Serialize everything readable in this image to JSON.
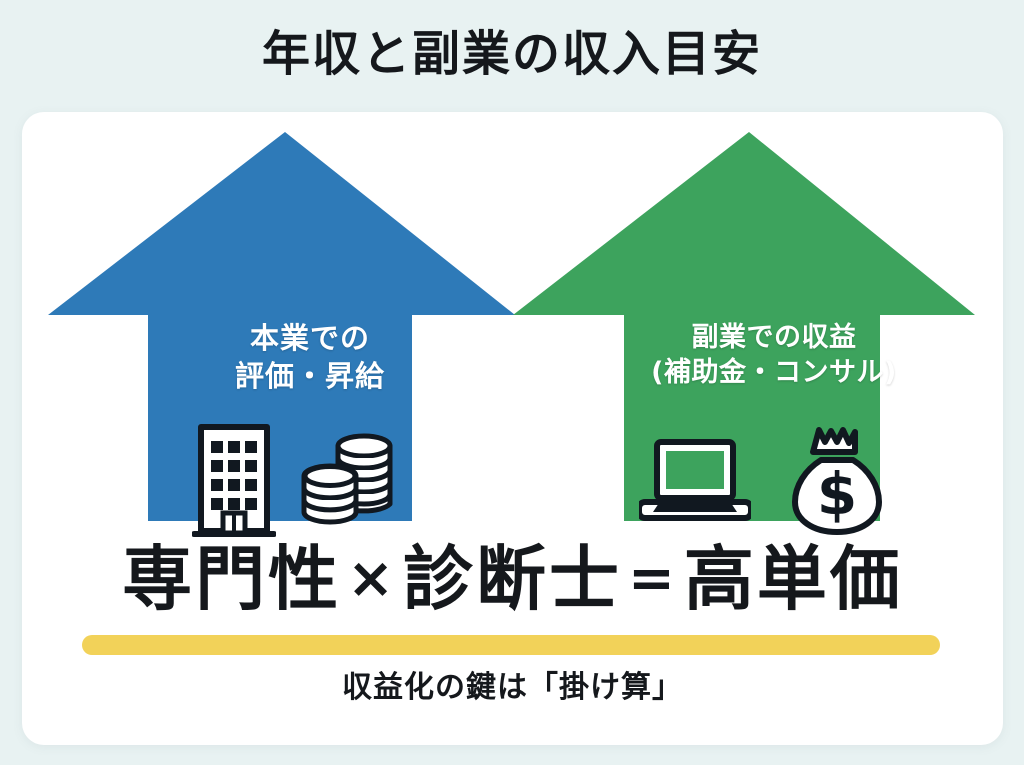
{
  "page": {
    "title": "年収と副業の収入目安",
    "background_color": "#E8F2F2",
    "card_color": "#FFFFFF"
  },
  "colors": {
    "blue": "#2E7AB8",
    "green": "#3DA35D",
    "yellow_highlight": "#F2D259",
    "ink": "#15181C",
    "icon_outline": "#111820",
    "icon_fill": "#FFFFFF"
  },
  "arrows": [
    {
      "id": "main-job",
      "color": "#2E7AB8",
      "label_line1": "本業での",
      "label_line2": "評価・昇給",
      "icons": [
        "office-building-icon",
        "coin-stack-icon"
      ]
    },
    {
      "id": "side-job",
      "color": "#3DA35D",
      "label_line1": "副業での収益",
      "label_line2": "(補助金・コンサル)",
      "icons": [
        "laptop-icon",
        "money-bag-icon"
      ]
    }
  ],
  "formula": {
    "term1": "専門性",
    "operator1": "×",
    "term2": "診断士",
    "operator2": "=",
    "term3": "高単価"
  },
  "caption": "収益化の鍵は「掛け算」"
}
